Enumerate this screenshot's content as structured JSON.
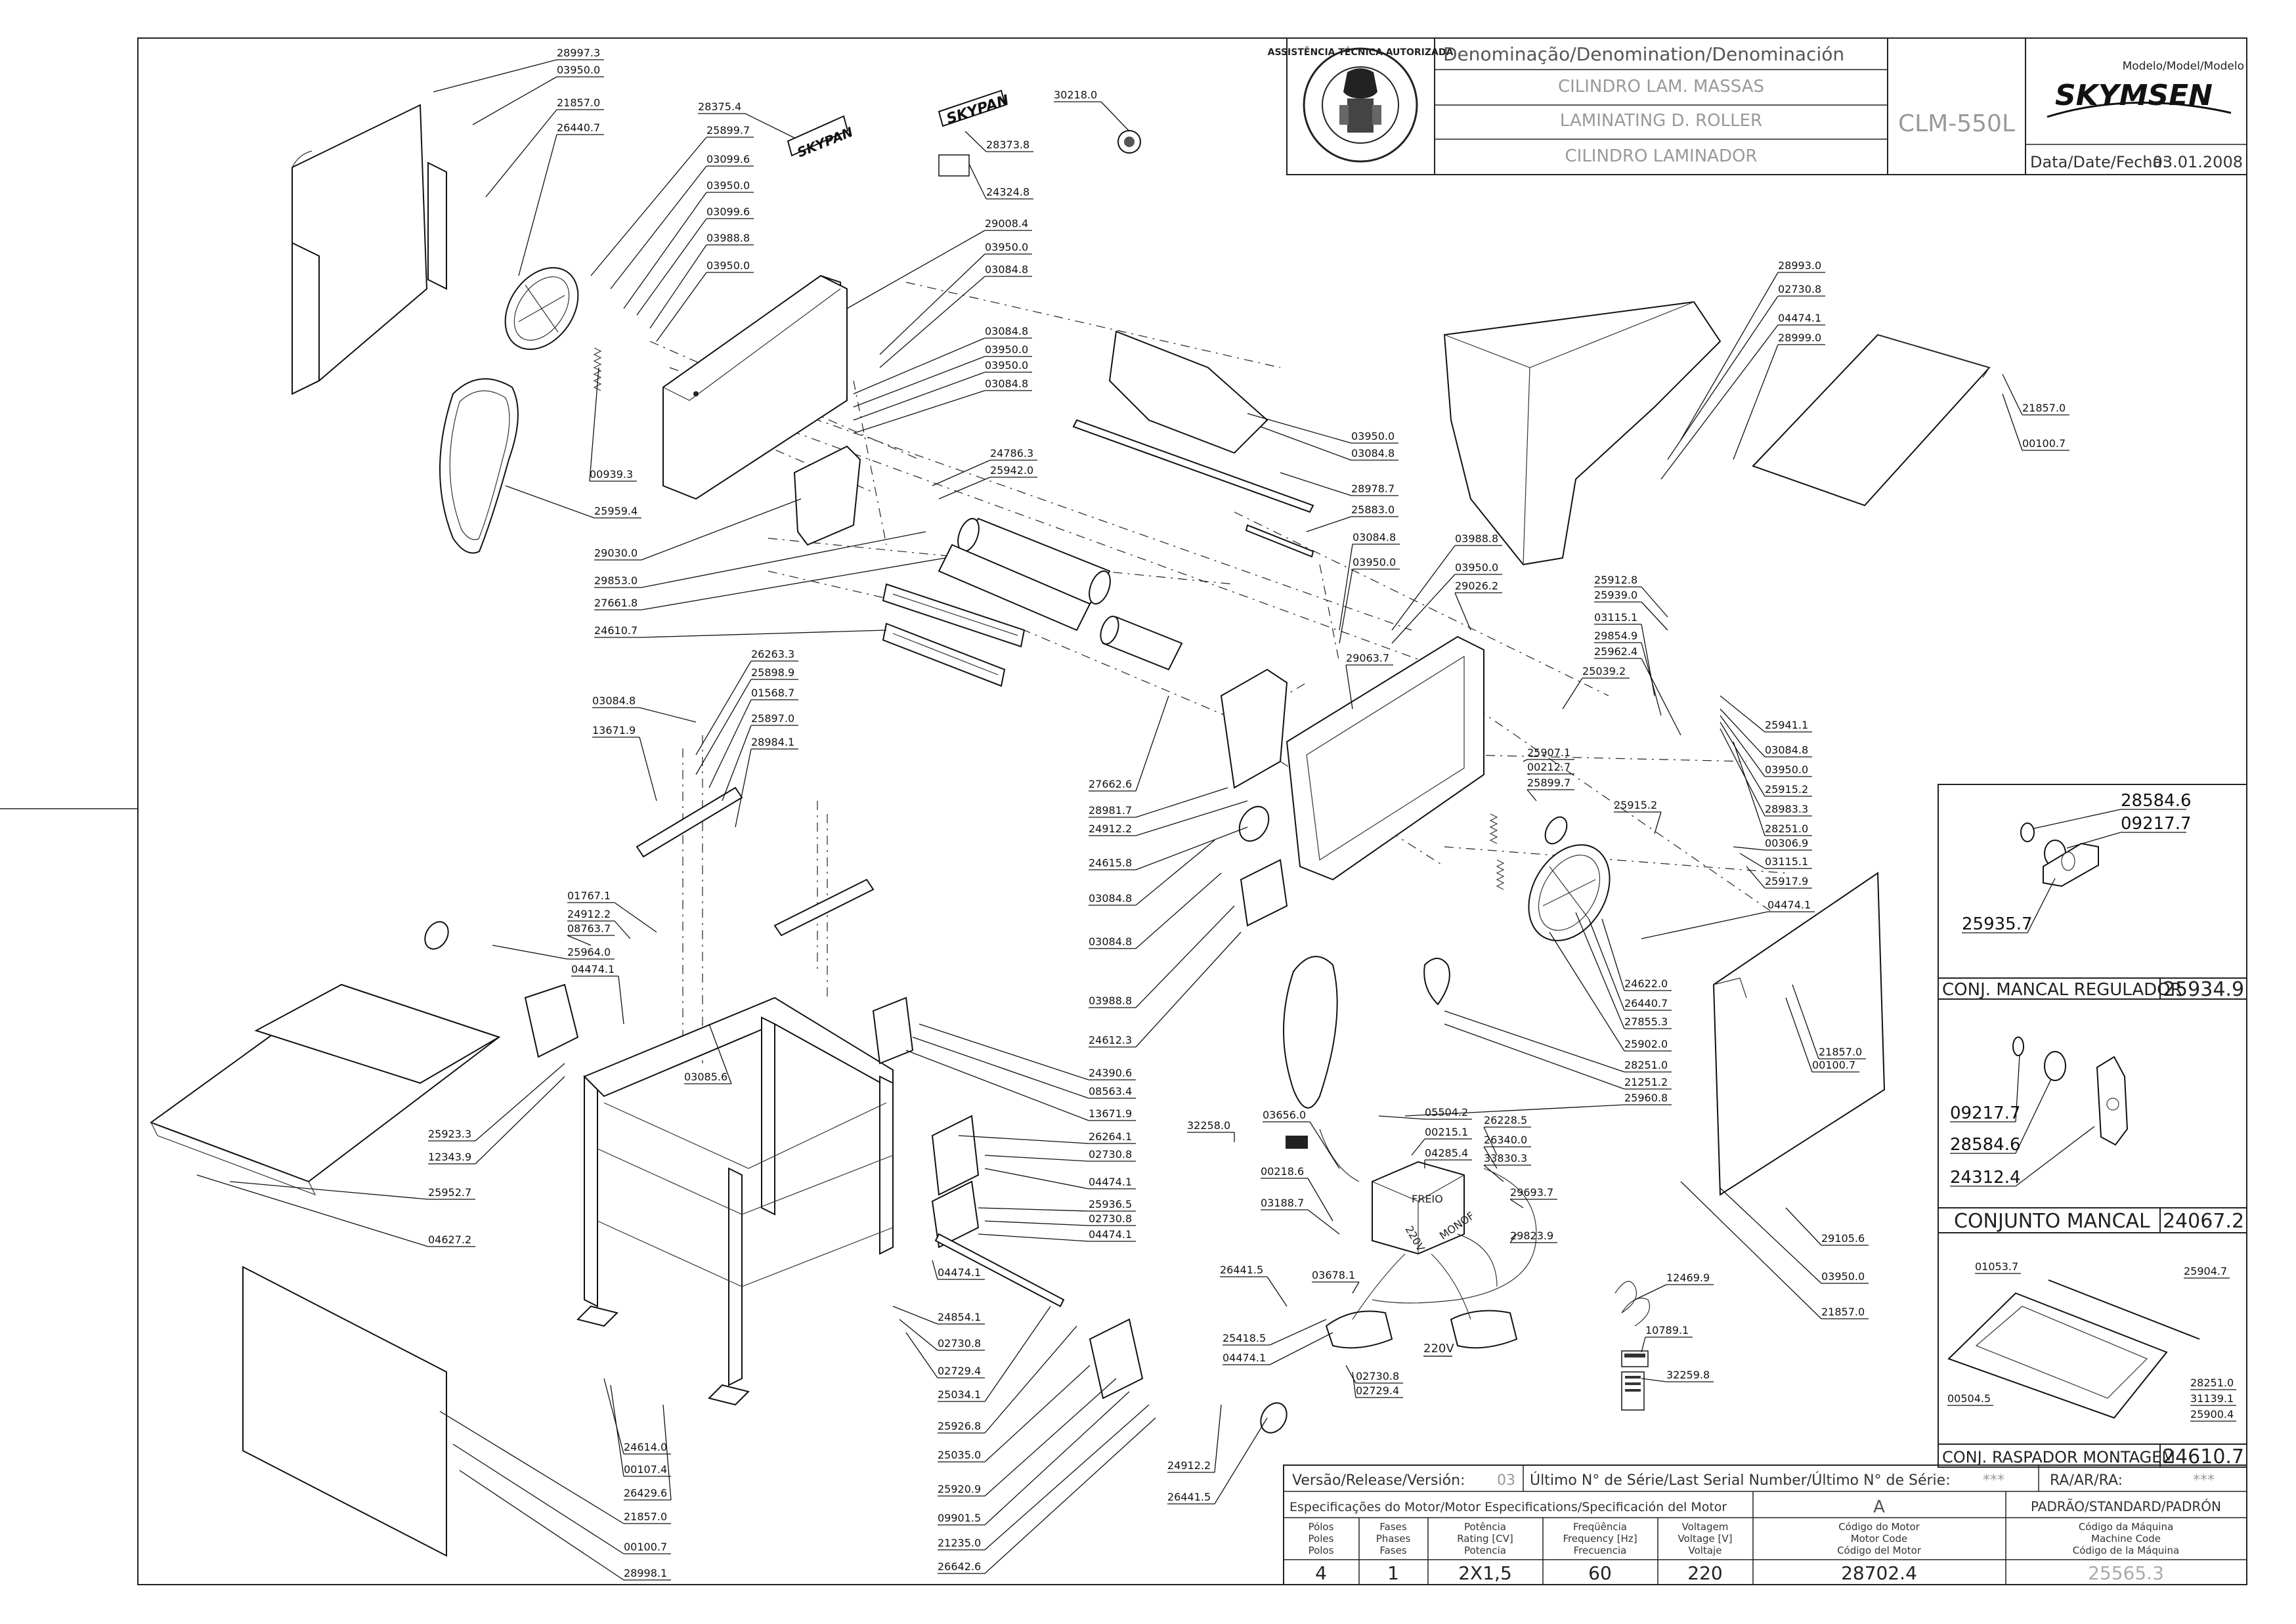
{
  "header": {
    "denomination_label": "Denominação/Denomination/Denominación",
    "name_pt": "CILINDRO LAM. MASSAS",
    "name_en": "LAMINATING D. ROLLER",
    "name_es": "CILINDRO LAMINADOR",
    "model_label": "Modelo/Model/Modelo",
    "model": "CLM-550L",
    "brand": "SKYMSEN",
    "date_label": "Data/Date/Fecha:",
    "date": "03.01.2008",
    "seal_text": "ASSISTÊNCIA TÉCNICA AUTORIZADA"
  },
  "parts": [
    {
      "id": "p1",
      "text": "28997.3"
    },
    {
      "id": "p2",
      "text": "03950.0"
    },
    {
      "id": "p3",
      "text": "21857.0"
    },
    {
      "id": "p4",
      "text": "26440.7"
    },
    {
      "id": "p5",
      "text": "28375.4"
    },
    {
      "id": "p6",
      "text": "25899.7"
    },
    {
      "id": "p7",
      "text": "03099.6"
    },
    {
      "id": "p8",
      "text": "03950.0"
    },
    {
      "id": "p9",
      "text": "03099.6"
    },
    {
      "id": "p10",
      "text": "03988.8"
    },
    {
      "id": "p11",
      "text": "03950.0"
    },
    {
      "id": "p12",
      "text": "00939.3"
    },
    {
      "id": "p13",
      "text": "25959.4"
    },
    {
      "id": "p14",
      "text": "28373.8"
    },
    {
      "id": "p15",
      "text": "24324.8"
    },
    {
      "id": "p16",
      "text": "30218.0"
    },
    {
      "id": "p17",
      "text": "29008.4"
    },
    {
      "id": "p18",
      "text": "03950.0"
    },
    {
      "id": "p19",
      "text": "03084.8"
    },
    {
      "id": "p20",
      "text": "03084.8"
    },
    {
      "id": "p21",
      "text": "03950.0"
    },
    {
      "id": "p22",
      "text": "03950.0"
    },
    {
      "id": "p23",
      "text": "03084.8"
    },
    {
      "id": "p24",
      "text": "24786.3"
    },
    {
      "id": "p25",
      "text": "25942.0"
    },
    {
      "id": "p26",
      "text": "29030.0"
    },
    {
      "id": "p27",
      "text": "29853.0"
    },
    {
      "id": "p28",
      "text": "27661.8"
    },
    {
      "id": "p29",
      "text": "24610.7"
    },
    {
      "id": "p30",
      "text": "03950.0"
    },
    {
      "id": "p31",
      "text": "03084.8"
    },
    {
      "id": "p32",
      "text": "28978.7"
    },
    {
      "id": "p33",
      "text": "25883.0"
    },
    {
      "id": "p34",
      "text": "03084.8"
    },
    {
      "id": "p35",
      "text": "03950.0"
    },
    {
      "id": "p36",
      "text": "28993.0"
    },
    {
      "id": "p37",
      "text": "02730.8"
    },
    {
      "id": "p38",
      "text": "04474.1"
    },
    {
      "id": "p39",
      "text": "28999.0"
    },
    {
      "id": "p40",
      "text": "21857.0"
    },
    {
      "id": "p41",
      "text": "00100.7"
    },
    {
      "id": "p42",
      "text": "03988.8"
    },
    {
      "id": "p43",
      "text": "03950.0"
    },
    {
      "id": "p44",
      "text": "29026.2"
    },
    {
      "id": "p45",
      "text": "25912.8"
    },
    {
      "id": "p46",
      "text": "25939.0"
    },
    {
      "id": "p47",
      "text": "03115.1"
    },
    {
      "id": "p48",
      "text": "29854.9"
    },
    {
      "id": "p49",
      "text": "25962.4"
    },
    {
      "id": "p50",
      "text": "25039.2"
    },
    {
      "id": "p51",
      "text": "29063.7"
    },
    {
      "id": "p52",
      "text": "25941.1"
    },
    {
      "id": "p53",
      "text": "03084.8"
    },
    {
      "id": "p54",
      "text": "03950.0"
    },
    {
      "id": "p55",
      "text": "25907.1"
    },
    {
      "id": "p56",
      "text": "00212.7"
    },
    {
      "id": "p57",
      "text": "25899.7"
    },
    {
      "id": "p58",
      "text": "25915.2"
    },
    {
      "id": "p59",
      "text": "28983.3"
    },
    {
      "id": "p60",
      "text": "25915.2"
    },
    {
      "id": "p61",
      "text": "28251.0"
    },
    {
      "id": "p62",
      "text": "00306.9"
    },
    {
      "id": "p63",
      "text": "03115.1"
    },
    {
      "id": "p64",
      "text": "25917.9"
    },
    {
      "id": "p65",
      "text": "04474.1"
    },
    {
      "id": "p66",
      "text": "26263.3"
    },
    {
      "id": "p67",
      "text": "25898.9"
    },
    {
      "id": "p68",
      "text": "01568.7"
    },
    {
      "id": "p69",
      "text": "25897.0"
    },
    {
      "id": "p70",
      "text": "28984.1"
    },
    {
      "id": "p71",
      "text": "03084.8"
    },
    {
      "id": "p72",
      "text": "13671.9"
    },
    {
      "id": "p73",
      "text": "27662.6"
    },
    {
      "id": "p74",
      "text": "28981.7"
    },
    {
      "id": "p75",
      "text": "24912.2"
    },
    {
      "id": "p76",
      "text": "24615.8"
    },
    {
      "id": "p77",
      "text": "03084.8"
    },
    {
      "id": "p78",
      "text": "03084.8"
    },
    {
      "id": "p79",
      "text": "03988.8"
    },
    {
      "id": "p80",
      "text": "24612.3"
    },
    {
      "id": "p81",
      "text": "24622.0"
    },
    {
      "id": "p82",
      "text": "26440.7"
    },
    {
      "id": "p83",
      "text": "27855.3"
    },
    {
      "id": "p84",
      "text": "25902.0"
    },
    {
      "id": "p85",
      "text": "28251.0"
    },
    {
      "id": "p86",
      "text": "21251.2"
    },
    {
      "id": "p87",
      "text": "25960.8"
    },
    {
      "id": "p88",
      "text": "21857.0"
    },
    {
      "id": "p89",
      "text": "00100.7"
    },
    {
      "id": "p90",
      "text": "01767.1"
    },
    {
      "id": "p91",
      "text": "24912.2"
    },
    {
      "id": "p92",
      "text": "08763.7"
    },
    {
      "id": "p93",
      "text": "25964.0"
    },
    {
      "id": "p94",
      "text": "04474.1"
    },
    {
      "id": "p95",
      "text": "03085.6"
    },
    {
      "id": "p96",
      "text": "24390.6"
    },
    {
      "id": "p97",
      "text": "08563.4"
    },
    {
      "id": "p98",
      "text": "13671.9"
    },
    {
      "id": "p99",
      "text": "26264.1"
    },
    {
      "id": "p100",
      "text": "02730.8"
    },
    {
      "id": "p101",
      "text": "04474.1"
    },
    {
      "id": "p102",
      "text": "25936.5"
    },
    {
      "id": "p103",
      "text": "02730.8"
    },
    {
      "id": "p104",
      "text": "04474.1"
    },
    {
      "id": "p105",
      "text": "25923.3"
    },
    {
      "id": "p106",
      "text": "12343.9"
    },
    {
      "id": "p107",
      "text": "25952.7"
    },
    {
      "id": "p108",
      "text": "04627.2"
    },
    {
      "id": "p109",
      "text": "04474.1"
    },
    {
      "id": "p110",
      "text": "24854.1"
    },
    {
      "id": "p111",
      "text": "02730.8"
    },
    {
      "id": "p112",
      "text": "02729.4"
    },
    {
      "id": "p113",
      "text": "25034.1"
    },
    {
      "id": "p114",
      "text": "25926.8"
    },
    {
      "id": "p115",
      "text": "25035.0"
    },
    {
      "id": "p116",
      "text": "25920.9"
    },
    {
      "id": "p117",
      "text": "09901.5"
    },
    {
      "id": "p118",
      "text": "21235.0"
    },
    {
      "id": "p119",
      "text": "26642.6"
    },
    {
      "id": "p120",
      "text": "24912.2"
    },
    {
      "id": "p121",
      "text": "26441.5"
    },
    {
      "id": "p122",
      "text": "24614.0"
    },
    {
      "id": "p123",
      "text": "00107.4"
    },
    {
      "id": "p124",
      "text": "26429.6"
    },
    {
      "id": "p125",
      "text": "21857.0"
    },
    {
      "id": "p126",
      "text": "00100.7"
    },
    {
      "id": "p127",
      "text": "28998.1"
    },
    {
      "id": "p128",
      "text": "32258.0"
    },
    {
      "id": "p129",
      "text": "03656.0"
    },
    {
      "id": "p130",
      "text": "05504.2"
    },
    {
      "id": "p131",
      "text": "00215.1"
    },
    {
      "id": "p132",
      "text": "04285.4"
    },
    {
      "id": "p133",
      "text": "26228.5"
    },
    {
      "id": "p134",
      "text": "26340.0"
    },
    {
      "id": "p135",
      "text": "33830.3"
    },
    {
      "id": "p136",
      "text": "00218.6"
    },
    {
      "id": "p137",
      "text": "03188.7"
    },
    {
      "id": "p138",
      "text": "29693.7"
    },
    {
      "id": "p139",
      "text": "29823.9"
    },
    {
      "id": "p140",
      "text": "26441.5"
    },
    {
      "id": "p141",
      "text": "03678.1"
    },
    {
      "id": "p142",
      "text": "25418.5"
    },
    {
      "id": "p143",
      "text": "04474.1"
    },
    {
      "id": "p144",
      "text": "02730.8"
    },
    {
      "id": "p145",
      "text": "02729.4"
    },
    {
      "id": "p146",
      "text": "12469.9"
    },
    {
      "id": "p147",
      "text": "10789.1"
    },
    {
      "id": "p148",
      "text": "32259.8"
    },
    {
      "id": "p149",
      "text": "29105.6"
    },
    {
      "id": "p150",
      "text": "03950.0"
    },
    {
      "id": "p151",
      "text": "21857.0"
    }
  ],
  "box_labels": {
    "freio": "FREIO",
    "v220": "220V",
    "monof": "MONOF",
    "v220b": "220V"
  },
  "insets": [
    {
      "title": "CONJ. MANCAL REGULADOR",
      "code": "25934.9",
      "labels": [
        "28584.6",
        "09217.7",
        "25935.7"
      ]
    },
    {
      "title": "CONJUNTO MANCAL",
      "code": "24067.2",
      "labels": [
        "09217.7",
        "28584.6",
        "24312.4"
      ]
    },
    {
      "title": "CONJ. RASPADOR MONTAGEM",
      "code": "24610.7",
      "labels": [
        "01053.7",
        "25904.7",
        "28251.0",
        "31139.1",
        "25900.4",
        "00504.5"
      ]
    }
  ],
  "footer": {
    "release_label": "Versão/Release/Versión:",
    "release": "03",
    "serial_label": "Último N° de Série/Last Serial Number/Último N° de Série:",
    "serial": "***",
    "ra_label": "RA/AR/RA:",
    "ra": "***",
    "motor_spec_label": "Especificações do Motor/Motor Especifications/Specificación del Motor",
    "variant": "A",
    "standard": "PADRÃO/STANDARD/PADRÓN",
    "columns": [
      {
        "h1": "Pólos",
        "h2": "Poles",
        "h3": "Polos",
        "value": "4"
      },
      {
        "h1": "Fases",
        "h2": "Phases",
        "h3": "Fases",
        "value": "1"
      },
      {
        "h1": "Potência",
        "h2": "Rating [CV]",
        "h3": "Potencia",
        "value": "2X1,5"
      },
      {
        "h1": "Freqüência",
        "h2": "Frequency [Hz]",
        "h3": "Frecuencia",
        "value": "60"
      },
      {
        "h1": "Voltagem",
        "h2": "Voltage [V]",
        "h3": "Voltaje",
        "value": "220"
      },
      {
        "h1": "Código do Motor",
        "h2": "Motor Code",
        "h3": "Código del Motor",
        "value": "28702.4"
      },
      {
        "h1": "Código da Máquina",
        "h2": "Machine Code",
        "h3": "Código de la Máquina",
        "value": "25565.3"
      }
    ]
  },
  "brand_labels": {
    "skypan1": "SKYPAN",
    "skypan2": "SKYPAN"
  }
}
